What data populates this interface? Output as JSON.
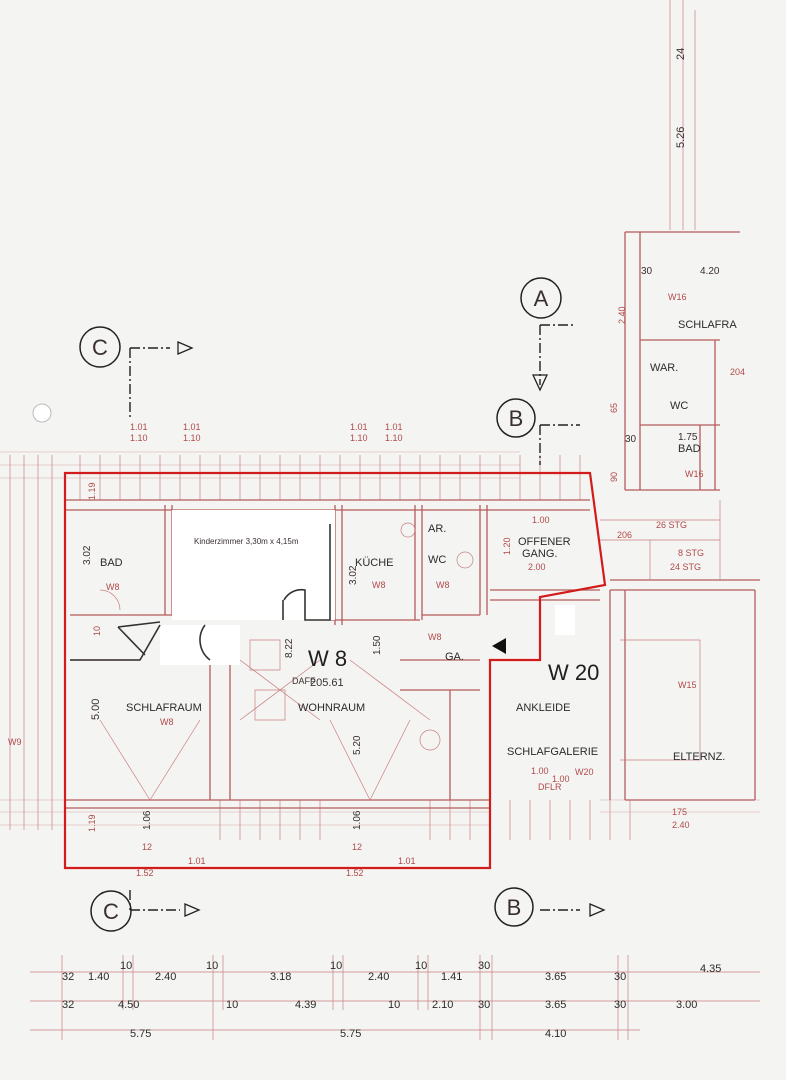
{
  "note_box": {
    "text": "Kinderzimmer  3,30m x 4,15m"
  },
  "units": {
    "w8": {
      "label": "W 8",
      "area_prefix": "DAFF",
      "area": "205.61"
    },
    "w20": {
      "label": "W 20"
    }
  },
  "sections": {
    "a": "A",
    "b_top": "B",
    "b_bottom": "B",
    "c_top": "C",
    "c_bottom": "C"
  },
  "rooms": {
    "bad": "BAD",
    "schlafraum": "SCHLAFRAUM",
    "kueche": "KÜCHE",
    "ar": "AR.",
    "wc": "WC",
    "offener_gang_1": "OFFENER",
    "offener_gang_2": "GANG.",
    "ga": "GA.",
    "wohnraum": "WOHNRAUM",
    "ankleide": "ANKLEIDE",
    "schlafgalerie": "SCHLAFGALERIE",
    "elternz": "ELTERNZ.",
    "schlafra_right": "SCHLAFRA",
    "bad_right": "BAD",
    "war_right": "WAR.",
    "wc_right": "WC"
  },
  "unit_tags": {
    "w8": "W8",
    "w16": "W16",
    "w15": "W15",
    "w20": "W20",
    "w9": "W9"
  },
  "inner_dims": {
    "d302_left": "3.02",
    "d302_kitchen": "3.02",
    "d500": "5.00",
    "d822": "8.22",
    "d150": "1.50",
    "d520": "5.20",
    "d106_left": "1.06",
    "d106_mid": "1.06",
    "d119_top": "1.19",
    "d119_bottom": "1.19",
    "d120": "1.20",
    "d10": "10",
    "d101a": "1.01",
    "d110a": "1.10",
    "d101b": "1.01",
    "d110b": "1.10",
    "d101c": "1.01",
    "d110c": "1.10",
    "d101d": "1.01",
    "d110d": "1.10",
    "d526": "5.26",
    "d24": "24",
    "d30a": "30",
    "d420": "4.20",
    "d30b": "30",
    "d175": "1.75",
    "d100": "1.00",
    "d200": "2.00",
    "d65": "65",
    "d90": "90",
    "d240": "2.40",
    "d206": "206",
    "d204": "204",
    "stg1": "26 STG",
    "stg2": "8 STG",
    "stg3": "24 STG",
    "dflr": "DFLR",
    "d100b": "1.00",
    "d100c": "1.00",
    "d12a": "12",
    "d12b": "12",
    "d152a": "1.52",
    "d152b": "1.52",
    "d101e": "1.01",
    "d101f": "1.01",
    "d175b": "175",
    "d240b": "2.40"
  },
  "dim_rows": {
    "row1": [
      "32",
      "1.40",
      "10",
      "2.40",
      "10",
      "3.18",
      "10",
      "2.40",
      "10",
      "1.41",
      "30",
      "3.65",
      "30",
      "4.35"
    ],
    "row2": [
      "32",
      "4.50",
      "10",
      "4.39",
      "10",
      "2.10",
      "30",
      "3.65",
      "30",
      "3.00"
    ],
    "row3": [
      "5.75",
      "5.75",
      "4.10"
    ]
  },
  "colors": {
    "outline": "#d21c1c",
    "plan_lines": "#b55a5a",
    "paper": "#f4f4f2"
  }
}
